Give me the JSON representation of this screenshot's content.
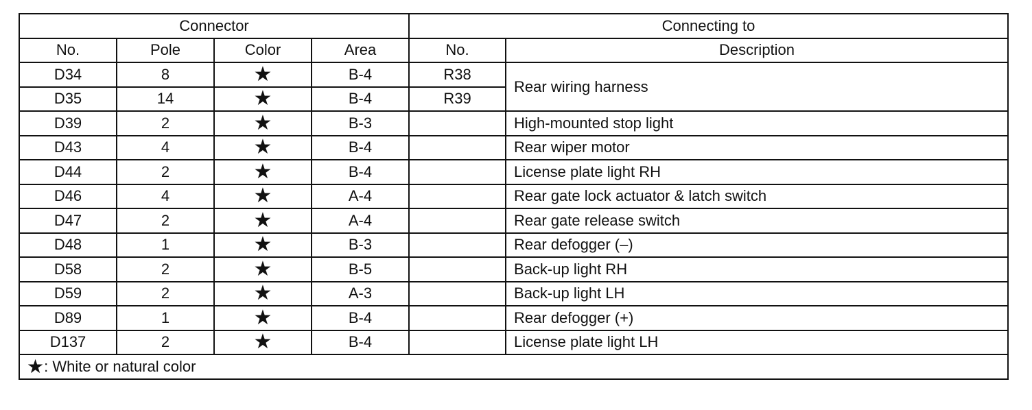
{
  "header": {
    "group_connector": "Connector",
    "group_connecting_to": "Connecting to",
    "col_no": "No.",
    "col_pole": "Pole",
    "col_color": "Color",
    "col_area": "Area",
    "col_to_no": "No.",
    "col_description": "Description"
  },
  "rows": [
    {
      "no": "D34",
      "pole": "8",
      "color": "★",
      "area": "B-4",
      "to_no": "R38",
      "description": "Rear wiring harness"
    },
    {
      "no": "D35",
      "pole": "14",
      "color": "★",
      "area": "B-4",
      "to_no": "R39",
      "description": "Rear wiring harness"
    },
    {
      "no": "D39",
      "pole": "2",
      "color": "★",
      "area": "B-3",
      "to_no": "",
      "description": "High-mounted stop light"
    },
    {
      "no": "D43",
      "pole": "4",
      "color": "★",
      "area": "B-4",
      "to_no": "",
      "description": "Rear wiper motor"
    },
    {
      "no": "D44",
      "pole": "2",
      "color": "★",
      "area": "B-4",
      "to_no": "",
      "description": "License plate light RH"
    },
    {
      "no": "D46",
      "pole": "4",
      "color": "★",
      "area": "A-4",
      "to_no": "",
      "description": "Rear gate lock actuator & latch switch"
    },
    {
      "no": "D47",
      "pole": "2",
      "color": "★",
      "area": "A-4",
      "to_no": "",
      "description": "Rear gate release switch"
    },
    {
      "no": "D48",
      "pole": "1",
      "color": "★",
      "area": "B-3",
      "to_no": "",
      "description": "Rear defogger (–)"
    },
    {
      "no": "D58",
      "pole": "2",
      "color": "★",
      "area": "B-5",
      "to_no": "",
      "description": "Back-up light RH"
    },
    {
      "no": "D59",
      "pole": "2",
      "color": "★",
      "area": "A-3",
      "to_no": "",
      "description": "Back-up light LH"
    },
    {
      "no": "D89",
      "pole": "1",
      "color": "★",
      "area": "B-4",
      "to_no": "",
      "description": "Rear defogger (+)"
    },
    {
      "no": "D137",
      "pole": "2",
      "color": "★",
      "area": "B-4",
      "to_no": "",
      "description": "License plate light LH"
    }
  ],
  "footnote": {
    "symbol": "★",
    "text": ": White or natural color"
  }
}
